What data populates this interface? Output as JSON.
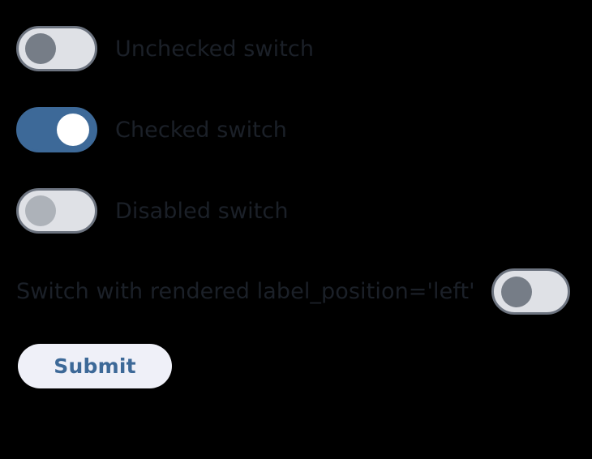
{
  "page": {
    "background_color": "#000000",
    "text_color": "#1b2028",
    "accent_color": "#3d6998"
  },
  "switches": [
    {
      "label": "Unchecked switch",
      "state": "unchecked",
      "disabled": false,
      "label_position": "right",
      "track_color": "#dfe1e6",
      "track_border_color": "#6c737f",
      "knob_color": "#767d87"
    },
    {
      "label": "Checked switch",
      "state": "checked",
      "disabled": false,
      "label_position": "right",
      "track_color": "#3d6998",
      "track_border_color": "#3d6998",
      "knob_color": "#ffffff"
    },
    {
      "label": "Disabled switch",
      "state": "unchecked",
      "disabled": true,
      "label_position": "right",
      "track_color": "#dfe1e6",
      "track_border_color": "#6c737f",
      "knob_color": "#adb2b9"
    },
    {
      "label": "Switch with rendered label_position='left'",
      "state": "unchecked",
      "disabled": false,
      "label_position": "left",
      "track_color": "#dfe1e6",
      "track_border_color": "#6c737f",
      "knob_color": "#767d87"
    }
  ],
  "submit": {
    "label": "Submit",
    "background_color": "#eff0f8",
    "text_color": "#3d6998"
  }
}
